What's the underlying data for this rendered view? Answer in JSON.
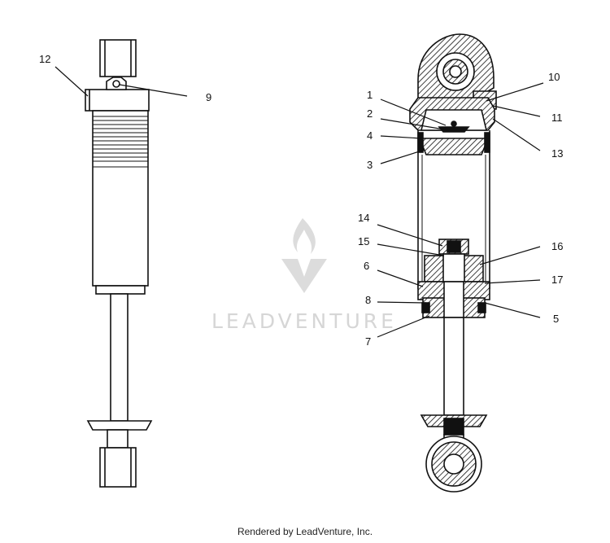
{
  "callouts": {
    "c12": "12",
    "c9": "9",
    "c10": "10",
    "c1": "1",
    "c11": "11",
    "c2": "2",
    "c4": "4",
    "c13": "13",
    "c3": "3",
    "c14": "14",
    "c15": "15",
    "c16": "16",
    "c6": "6",
    "c17": "17",
    "c8": "8",
    "c5": "5",
    "c7": "7"
  },
  "watermark": {
    "text": "LEADVENTURE"
  },
  "footer": {
    "text": "Rendered by LeadVenture, Inc."
  },
  "colors": {
    "ink": "#111111",
    "watermark": "#d6d6d6",
    "background": "#ffffff"
  }
}
